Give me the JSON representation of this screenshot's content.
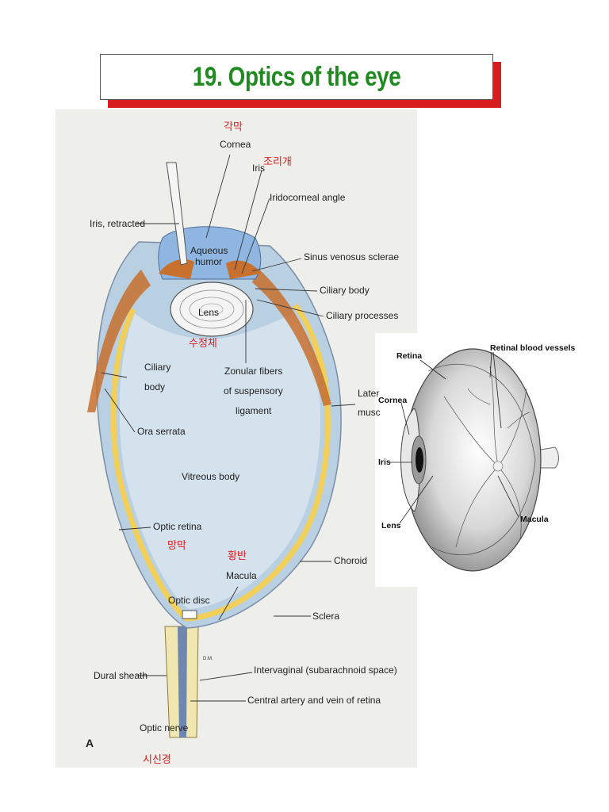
{
  "title": "19. Optics of the eye",
  "left_labels": {
    "cornea_kr": "각막",
    "cornea": "Cornea",
    "iris": "Iris",
    "iris_kr": "조리개",
    "iridocorneal_angle": "Iridocorneal angle",
    "iris_retracted": "Iris, retracted",
    "aqueous_humor_1": "Aqueous",
    "aqueous_humor_2": "humor",
    "sinus_venosus": "Sinus venosus sclerae",
    "ciliary_body_right": "Ciliary body",
    "ciliary_processes": "Ciliary processes",
    "lens": "Lens",
    "lens_kr": "수정체",
    "ciliary_body_left_1": "Ciliary",
    "ciliary_body_left_2": "body",
    "zonular_1": "Zonular fibers",
    "zonular_2": "of suspensory",
    "zonular_3": "ligament",
    "lateral_1": "Later",
    "lateral_2": "musc",
    "ora_serrata": "Ora serrata",
    "vitreous_body": "Vitreous body",
    "optic_retina": "Optic retina",
    "retina_kr": "망막",
    "macula_kr": "황반",
    "macula": "Macula",
    "choroid": "Choroid",
    "optic_disc": "Optic disc",
    "sclera": "Sclera",
    "dural_sheath": "Dural sheath",
    "intervaginal": "Intervaginal (subarachnoid space)",
    "central_artery": "Central artery and vein of retina",
    "optic_nerve": "Optic nerve",
    "optic_nerve_kr": "시신경",
    "signature": "D.M.",
    "panel_letter": "A"
  },
  "right_labels": {
    "retina": "Retina",
    "retinal_vessels": "Retinal blood vessels",
    "cornea": "Cornea",
    "iris": "Iris",
    "lens": "Lens",
    "macula": "Macula"
  },
  "colors": {
    "title_green": "#1f8a1f",
    "title_shadow_red": "#d81e1e",
    "korean_label_red": "#e21b1b",
    "vitreous_blue": "#d4e2ee",
    "sclera_blue": "#b9cfe2",
    "choroid_yellow": "#f1cf58",
    "muscle_orange": "#c8702e"
  }
}
